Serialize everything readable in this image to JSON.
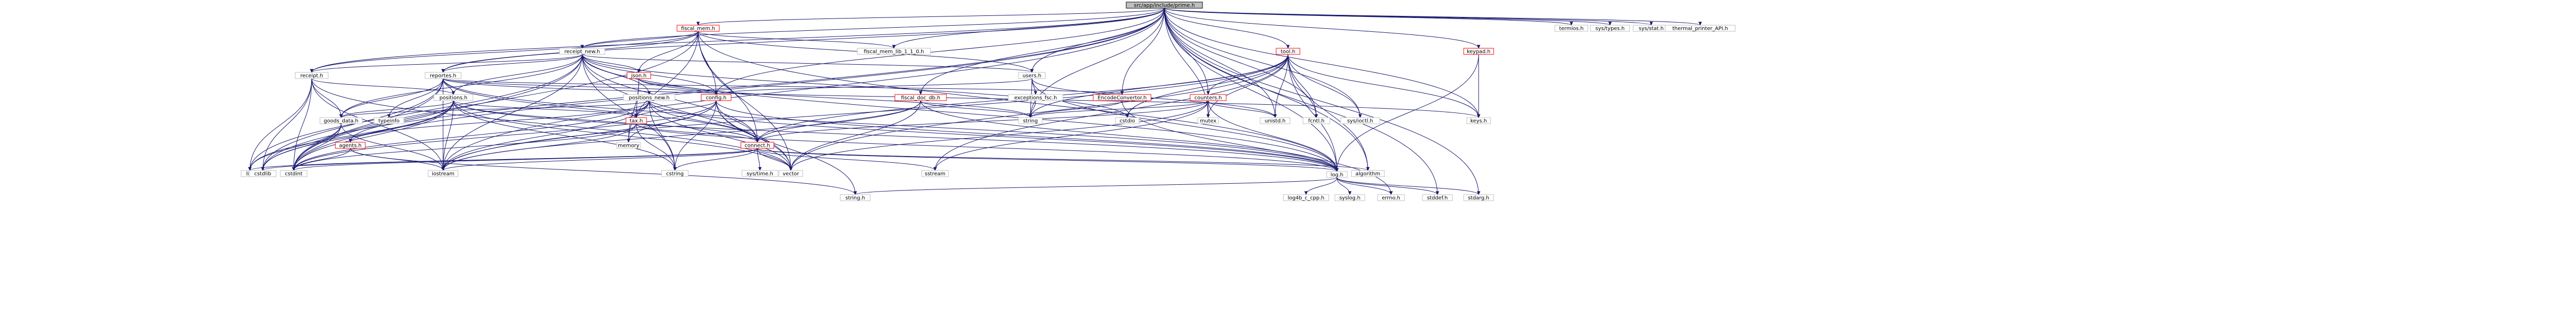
{
  "graph": {
    "root": "src/app/include/prime.h",
    "nodes": [
      {
        "id": "root",
        "label": "src/app/include/prime.h",
        "style": "root"
      },
      {
        "id": "fiscal_mem_h",
        "label": "fiscal_mem.h",
        "style": "red"
      },
      {
        "id": "terminio_h",
        "label": "termios.h",
        "style": "plain"
      },
      {
        "id": "sys_types_h",
        "label": "sys/types.h",
        "style": "plain"
      },
      {
        "id": "sys_stat_h",
        "label": "sys/stat.h",
        "style": "plain"
      },
      {
        "id": "thermal_printer_api_h",
        "label": "thermal_printer_API.h",
        "style": "plain"
      },
      {
        "id": "receipt_new_h",
        "label": "receipt_new.h",
        "style": "plain"
      },
      {
        "id": "fiscal_mem_lib_h",
        "label": "fiscal_mem_lib_1_1_0.h",
        "style": "plain"
      },
      {
        "id": "tool_h",
        "label": "tool.h",
        "style": "red"
      },
      {
        "id": "keypad_h",
        "label": "keypad.h",
        "style": "red"
      },
      {
        "id": "receipt_h",
        "label": "receipt.h",
        "style": "plain"
      },
      {
        "id": "reports_h",
        "label": "reportes.h",
        "style": "plain"
      },
      {
        "id": "json_h",
        "label": "json.h",
        "style": "red"
      },
      {
        "id": "users_h",
        "label": "users.h",
        "style": "plain"
      },
      {
        "id": "positions_new_h",
        "label": "positions_new.h",
        "style": "plain"
      },
      {
        "id": "positions_h",
        "label": "positions.h",
        "style": "plain"
      },
      {
        "id": "config_h",
        "label": "config.h",
        "style": "red"
      },
      {
        "id": "fiscal_doc_db_h",
        "label": "fiscal_doc_db.h",
        "style": "red"
      },
      {
        "id": "exceptions_h",
        "label": "exceptions_fsc.h",
        "style": "plain"
      },
      {
        "id": "encodeconvertor_h",
        "label": "EncodeConvertor.h",
        "style": "red"
      },
      {
        "id": "counters_h",
        "label": "counters.h",
        "style": "red"
      },
      {
        "id": "goods_data_h",
        "label": "goods_data.h",
        "style": "plain"
      },
      {
        "id": "typeinfo",
        "label": "typeinfo",
        "style": "plain"
      },
      {
        "id": "agents_h",
        "label": "agents.h",
        "style": "red"
      },
      {
        "id": "tax_h",
        "label": "tax.h",
        "style": "red"
      },
      {
        "id": "connect_h",
        "label": "connect.h",
        "style": "red"
      },
      {
        "id": "log_h",
        "label": "log.h",
        "style": "plain"
      },
      {
        "id": "string",
        "label": "string",
        "style": "plain"
      },
      {
        "id": "mutex",
        "label": "mutex",
        "style": "plain"
      },
      {
        "id": "unistd_h",
        "label": "unistd.h",
        "style": "plain"
      },
      {
        "id": "cstdio",
        "label": "cstdio",
        "style": "plain"
      },
      {
        "id": "fcntl_h",
        "label": "fcntl.h",
        "style": "plain"
      },
      {
        "id": "sys_ioctl_h",
        "label": "sys/ioctl.h",
        "style": "plain"
      },
      {
        "id": "keys_h",
        "label": "keys.h",
        "style": "plain"
      },
      {
        "id": "list",
        "label": "list",
        "style": "plain"
      },
      {
        "id": "cstdlib",
        "label": "cstdlib",
        "style": "plain"
      },
      {
        "id": "cstdint",
        "label": "cstdint",
        "style": "plain"
      },
      {
        "id": "iostream",
        "label": "iostream",
        "style": "plain"
      },
      {
        "id": "cstring",
        "label": "cstring",
        "style": "plain"
      },
      {
        "id": "vector",
        "label": "vector",
        "style": "plain"
      },
      {
        "id": "memory",
        "label": "memory",
        "style": "plain"
      },
      {
        "id": "sys_time_h",
        "label": "sys/time.h",
        "style": "plain"
      },
      {
        "id": "sstream",
        "label": "sstream",
        "style": "plain"
      },
      {
        "id": "algorithm",
        "label": "algorithm",
        "style": "plain"
      },
      {
        "id": "string_h",
        "label": "string.h",
        "style": "plain"
      },
      {
        "id": "log4b_c_cpp_h",
        "label": "log4b_c_cpp.h",
        "style": "plain"
      },
      {
        "id": "syslog_h",
        "label": "syslog.h",
        "style": "plain"
      },
      {
        "id": "errno_h",
        "label": "errno.h",
        "style": "plain"
      },
      {
        "id": "stddef_h",
        "label": "stddef.h",
        "style": "plain"
      },
      {
        "id": "stdarg_h",
        "label": "stdarg.h",
        "style": "plain"
      }
    ]
  }
}
